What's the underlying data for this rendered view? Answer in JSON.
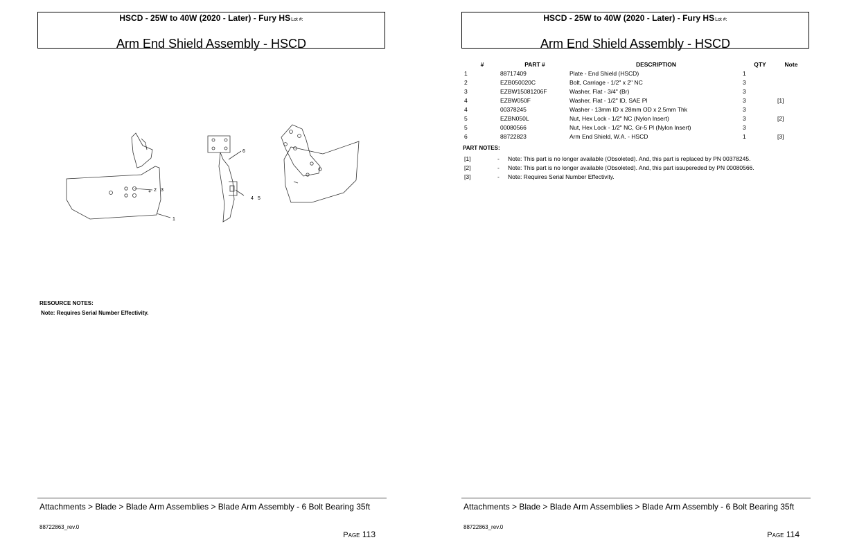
{
  "header": {
    "title": "HSCD - 25W to 40W (2020 - Later) - Fury HS",
    "lot_label": "Lot #:",
    "section_title": "Arm End Shield Assembly - HSCD"
  },
  "diagram": {
    "callouts": [
      "2",
      "3",
      "1",
      "6",
      "4",
      "5"
    ]
  },
  "resource_notes": {
    "heading": "RESOURCE NOTES:",
    "text": "Note: Requires Serial Number Effectivity."
  },
  "parts_table": {
    "headers": [
      "#",
      "PART #",
      "DESCRIPTION",
      "QTY",
      "Note"
    ],
    "rows": [
      {
        "num": "1",
        "part": "88717409",
        "desc": "Plate - End Shield (HSCD)",
        "qty": "1",
        "note": ""
      },
      {
        "num": "2",
        "part": "EZB050020C",
        "desc": "Bolt, Carriage - 1/2\" x 2\" NC",
        "qty": "3",
        "note": ""
      },
      {
        "num": "3",
        "part": "EZBW15081206F",
        "desc": "Washer, Flat - 3/4\" (Br)",
        "qty": "3",
        "note": ""
      },
      {
        "num": "4",
        "part": "EZBW050F",
        "desc": "Washer, Flat - 1/2\" ID, SAE Pl",
        "qty": "3",
        "note": "[1]"
      },
      {
        "num": "4",
        "part": "00378245",
        "desc": "Washer - 13mm ID x 28mm OD x 2.5mm Thk",
        "qty": "3",
        "note": ""
      },
      {
        "num": "5",
        "part": "EZBN050L",
        "desc": "Nut, Hex Lock - 1/2\" NC (Nylon Insert)",
        "qty": "3",
        "note": "[2]"
      },
      {
        "num": "5",
        "part": "00080566",
        "desc": "Nut, Hex Lock - 1/2\" NC, Gr-5 Pl (Nylon Insert)",
        "qty": "3",
        "note": ""
      },
      {
        "num": "6",
        "part": "88722823",
        "desc": "Arm End Shield, W.A. - HSCD",
        "qty": "1",
        "note": "[3]"
      }
    ]
  },
  "part_notes": {
    "heading": "PART NOTES:",
    "items": [
      {
        "ref": "[1]",
        "dash": "-",
        "text": "Note: This part is no longer available (Obsoleted). And, this part is replaced by PN 00378245."
      },
      {
        "ref": "[2]",
        "dash": "-",
        "text": "Note: This part is no longer available (Obsoleted). And, this part issupereded by PN 00080566."
      },
      {
        "ref": "[3]",
        "dash": "-",
        "text": "Note: Requires Serial Number Effectivity."
      }
    ]
  },
  "footer": {
    "breadcrumb": "Attachments > Blade > Blade Arm Assemblies > Blade Arm Assembly - 6 Bolt Bearing 35ft",
    "doc_id": "88722863_rev.0",
    "page_word": "Page",
    "left_page": "113",
    "right_page": "114"
  }
}
